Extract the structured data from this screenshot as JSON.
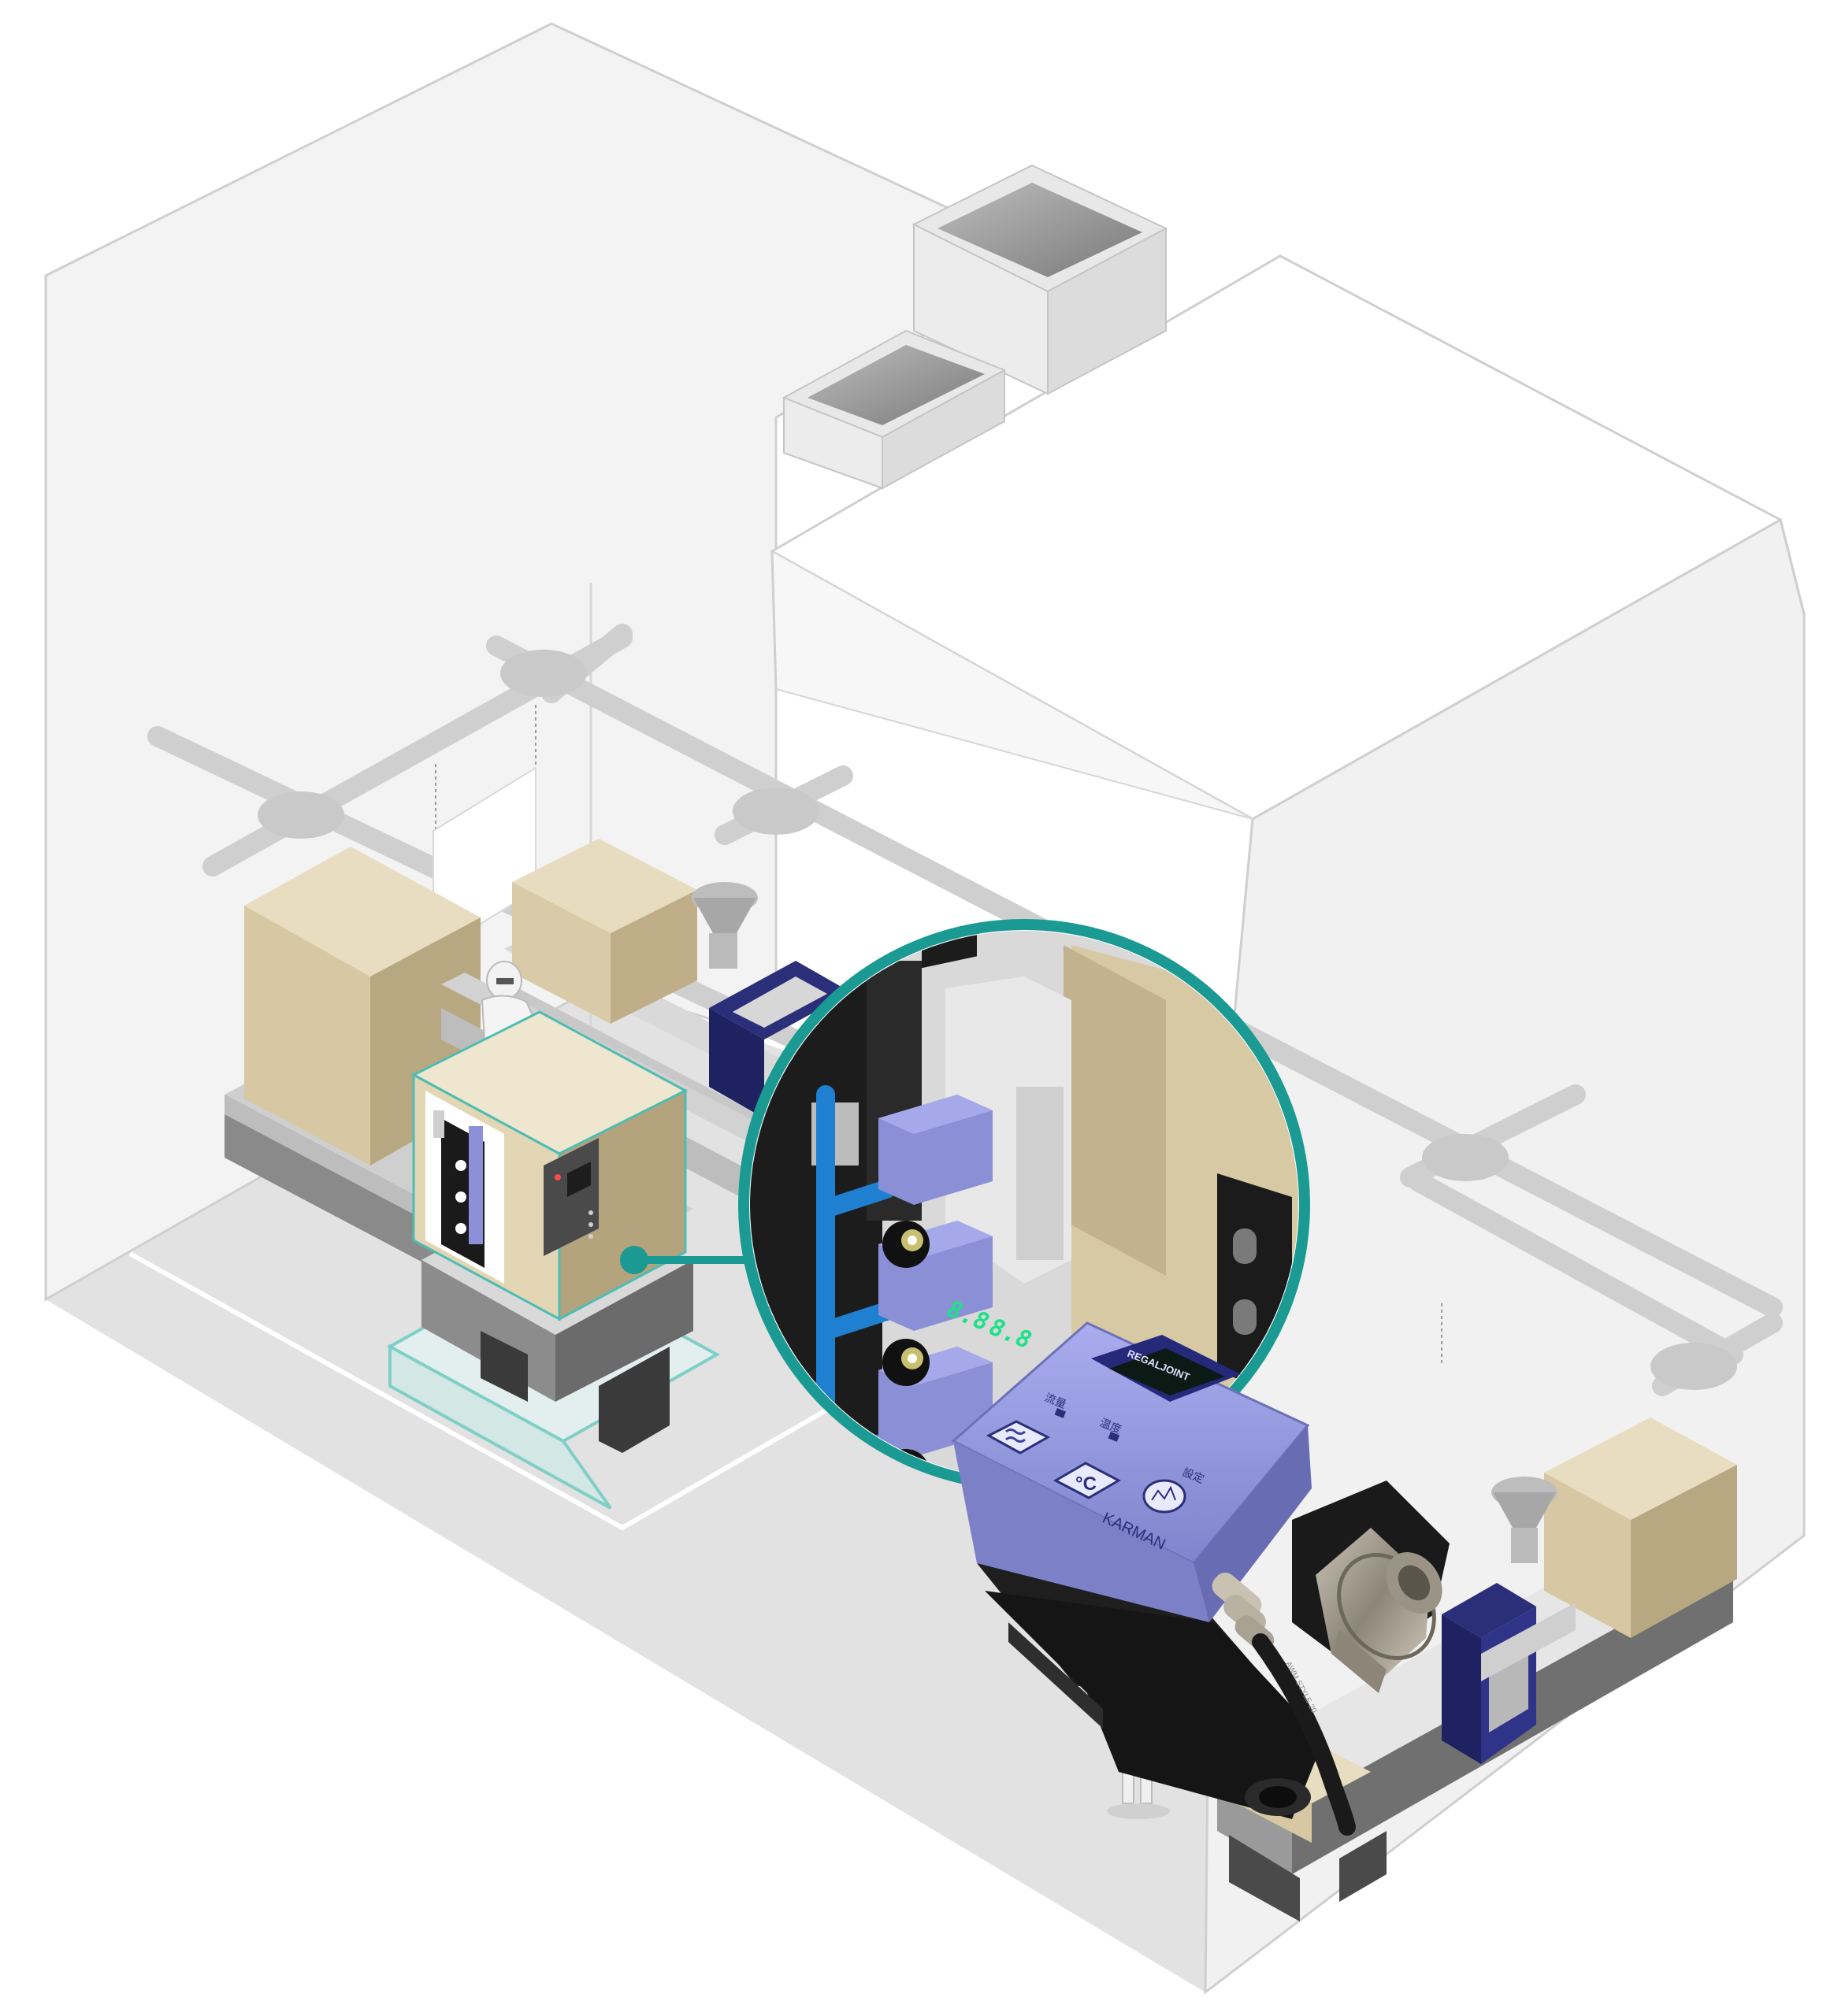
{
  "device": {
    "brand_label": "REGALJOINT",
    "model_label": "KARMAN",
    "display_left": "8.8",
    "display_right": "8.8",
    "indicator_left_label": "流量",
    "indicator_right_label": "温度",
    "set_label": "設定",
    "flow_button_icon": "wave-icon",
    "temp_button_label": "°C",
    "cable_print": "AWM STYLE 20"
  },
  "colors": {
    "accent_teal": "#1a9a93",
    "device_blue": "#8a8fd6",
    "machine_beige": "#ddd0b0",
    "machine_navy": "#2b2f7a",
    "display_green": "#20e08a"
  }
}
